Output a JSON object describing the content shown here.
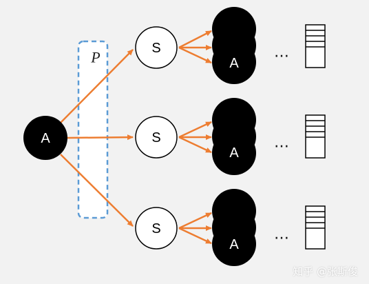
{
  "labels": {
    "root": "A",
    "policy": "P",
    "state": "S",
    "action": "A",
    "ellipsis": "…"
  },
  "watermark": "知乎 @张斯俊",
  "colors": {
    "background": "#f2f2f2",
    "arrow": "#ed7d31",
    "policy_border": "#5b9bd5",
    "node_fill_dark": "#000000",
    "node_fill_light": "#ffffff",
    "node_stroke": "#000000"
  },
  "branches": [
    {
      "state": "S",
      "action": "A"
    },
    {
      "state": "S",
      "action": "A"
    },
    {
      "state": "S",
      "action": "A"
    }
  ]
}
